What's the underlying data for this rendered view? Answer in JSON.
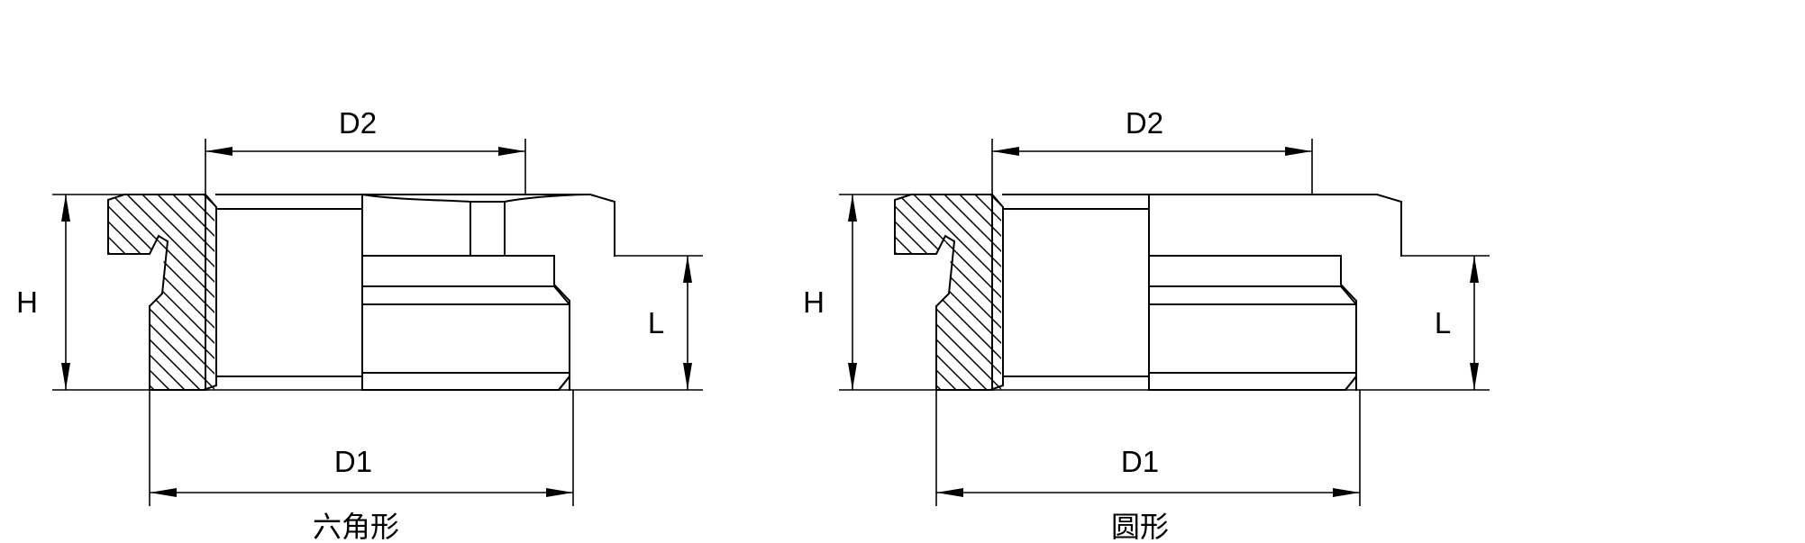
{
  "views": [
    {
      "id": "hex",
      "caption": "六角形",
      "labels": {
        "d2": "D2",
        "d1": "D1",
        "h": "H",
        "l": "L"
      }
    },
    {
      "id": "round",
      "caption": "圆形",
      "labels": {
        "d2": "D2",
        "d1": "D1",
        "h": "H",
        "l": "L"
      }
    }
  ]
}
